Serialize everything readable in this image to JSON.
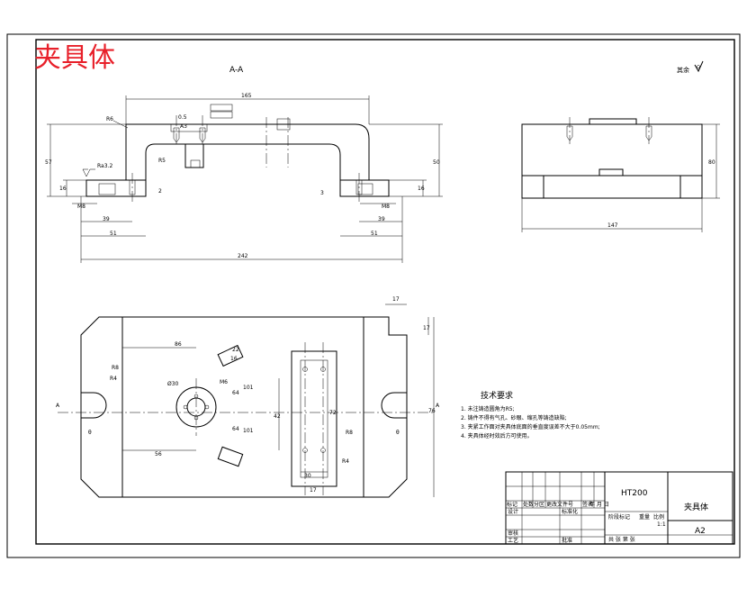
{
  "watermark": {
    "text": "夹具体",
    "color": "#e8202a"
  },
  "section_label": "A-A",
  "roughness_note": "其余",
  "side_view": {
    "height": "80",
    "width": "147"
  },
  "section_dims": {
    "overall": "165",
    "left_h": "57",
    "right_h": "50",
    "r6": "R6",
    "r5": "R5",
    "ra": "Ra3.2",
    "h16_l": "16",
    "h16_r": "16",
    "m8_l": "M8",
    "m8_r": "M8",
    "d39_l": "39",
    "d39_r": "39",
    "d51_l": "51",
    "d51_r": "51",
    "total": "242",
    "small_2": "2",
    "small_3": "3",
    "fl1": "0.5",
    "fl2": "A3"
  },
  "plan_dims": {
    "d17_top": "17",
    "d17_r": "17",
    "d17_b": "17",
    "d86": "86",
    "d22": "22",
    "d16": "16",
    "d56": "56",
    "r8_l": "R8",
    "r4_l": "R4",
    "r8_r": "R8",
    "r4_r": "R4",
    "phi30": "Ø30",
    "m6": "M6",
    "d64a": "64",
    "d64b": "64",
    "d101a": "101",
    "d101b": "101",
    "d42": "42",
    "d72": "72",
    "d76": "76",
    "theta_l": "θ",
    "theta_r": "θ",
    "a_l": "A",
    "a_r": "A",
    "d30": "30"
  },
  "tech_req": {
    "title": "技术要求",
    "items": [
      "1. 未注铸造圆角为R5;",
      "2. 铸件不得有气孔、砂眼、缩孔等铸造缺陷;",
      "3. 夹紧工作面对夹具体底面的垂直度误差不大于0.05mm;",
      "4. 夹具体经时效后方可使用。"
    ]
  },
  "title_block": {
    "material": "HT200",
    "name": "夹具体",
    "size": "A2",
    "scale": "1:1",
    "row_labels": [
      "标记",
      "处数",
      "分区",
      "更改文件号",
      "签名",
      "年 月 日"
    ],
    "design": "设计",
    "standard": "标准化",
    "review": "审核",
    "process": "工艺",
    "approve": "批准",
    "stage": "阶段标记",
    "weight": "重量",
    "ratio": "比例",
    "sheets": "共  张  第  张"
  }
}
